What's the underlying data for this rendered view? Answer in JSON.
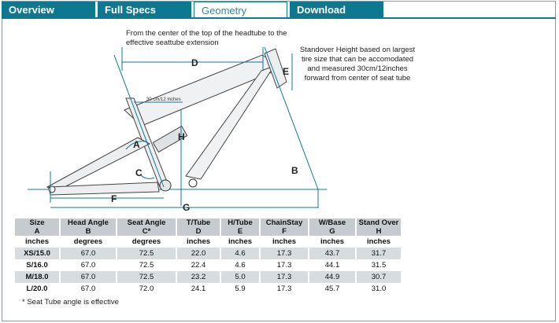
{
  "tabs": [
    {
      "label": "Overview",
      "active": false
    },
    {
      "label": "Full Specs",
      "active": false
    },
    {
      "label": "Geometry",
      "active": true
    },
    {
      "label": "Download",
      "active": false
    }
  ],
  "colors": {
    "tab_bg": "#0f7891",
    "tab_active_text": "#2a8aa8",
    "header_row": "#c7cbcf",
    "shaded_row": "#d9dcdf"
  },
  "diagram": {
    "note_top": "From the center of the top of the headtube to the effective seattube extension",
    "note_right": "Standover Height  based on largest tire size that can be accomodated and measured 30cm/12inches forward from center of seat tube",
    "measure_label": "30 cm/12 inches",
    "labels": {
      "A": "A",
      "B": "B",
      "C": "C",
      "D": "D",
      "E": "E",
      "F": "F",
      "G": "G",
      "H": "H"
    }
  },
  "table": {
    "headers": [
      {
        "name": "Size",
        "letter": "A"
      },
      {
        "name": "Head Angle",
        "letter": "B"
      },
      {
        "name": "Seat Angle",
        "letter": "C*"
      },
      {
        "name": "T/Tube",
        "letter": "D"
      },
      {
        "name": "H/Tube",
        "letter": "E"
      },
      {
        "name": "ChainStay",
        "letter": "F"
      },
      {
        "name": "W/Base",
        "letter": "G"
      },
      {
        "name": "Stand Over",
        "letter": "H"
      }
    ],
    "units": [
      "inches",
      "degrees",
      "degrees",
      "inches",
      "inches",
      "inches",
      "inches",
      "inches"
    ],
    "rows": [
      [
        "XS/15.0",
        "67.0",
        "72.5",
        "22.0",
        "4.6",
        "17.3",
        "43.7",
        "31.7"
      ],
      [
        "S/16.0",
        "67.0",
        "72.5",
        "22.4",
        "4.6",
        "17.3",
        "44.1",
        "31.5"
      ],
      [
        "M/18.0",
        "67.0",
        "72.5",
        "23.2",
        "5.0",
        "17.3",
        "44.9",
        "30.7"
      ],
      [
        "L/20.0",
        "67.0",
        "72.0",
        "24.1",
        "5.9",
        "17.3",
        "45.7",
        "31.0"
      ]
    ]
  },
  "footnote": "* Seat Tube angle is effective"
}
